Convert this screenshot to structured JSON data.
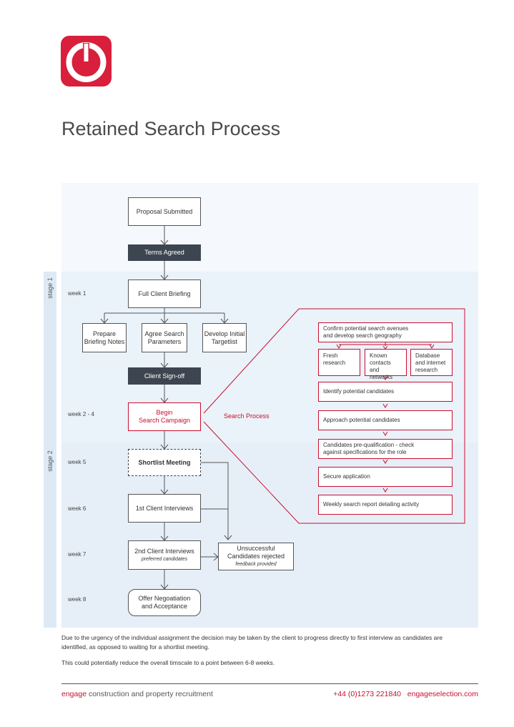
{
  "page": {
    "title": "Retained Search Process",
    "brand_color": "#c8102e"
  },
  "logo": {
    "icon": "power-icon"
  },
  "stages": [
    "stage 1",
    "stage 2"
  ],
  "weeks": {
    "w1": "week 1",
    "w2": "week 2 - 4",
    "w5": "week 5",
    "w6": "week 6",
    "w7": "week 7",
    "w8": "week 8"
  },
  "flow": {
    "proposal": "Proposal Submitted",
    "terms": "Terms Agreed",
    "briefing": "Full Client Briefing",
    "prepare": "Prepare\nBriefing Notes",
    "agree": "Agree Search\nParameters",
    "develop": "Develop Initial\nTargetlist",
    "signoff": "Client Sign-off",
    "begin": "Begin\nSearch Campaign",
    "shortlist": "Shortlist Meeting",
    "interviews1": "1st Client Interviews",
    "interviews2": "2nd Client Interviews",
    "interviews2_sub": "preferred candidates",
    "unsuccessful": "Unsuccessful\nCandidates rejected",
    "unsuccessful_sub": "feedback provided",
    "offer": "Offer Negoatiation\nand Acceptance"
  },
  "search_process": {
    "label": "Search Process",
    "confirm": "Confirm potential search avenues\nand develop search geography",
    "fresh": "Fresh\nresearch",
    "known": "Known\ncontacts and\nnetworks",
    "database": "Database\nand internet\nresearch",
    "identify": "Identify potential candidates",
    "approach": "Approach potential candidates",
    "prequal": "Candidates pre-qualification - check\nagainst specifications for the role",
    "secure": "Secure application",
    "weekly": "Weekly search report detailing activity"
  },
  "notes": {
    "p1": "Due to the urgency of the individual assignment the decision may be taken by the client to progress directly to first interview as candidates are identified, as opposed to waiting for a shortlist meeting.",
    "p2": "This could potentially reduce the overall timscale to a point between 6-8 weeks."
  },
  "footer": {
    "brand": "engage",
    "tagline": " construction and property recruitment",
    "phone": "+44 (0)1273 221840",
    "website": "engageselection.com"
  }
}
